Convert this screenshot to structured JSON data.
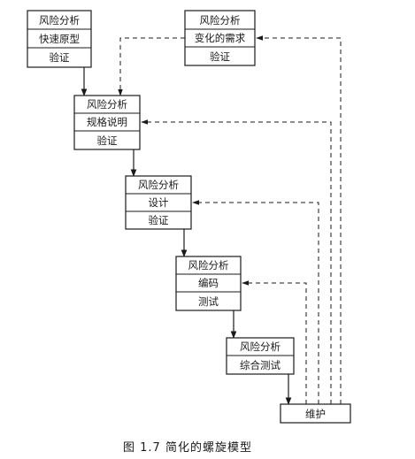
{
  "diagram": {
    "stages": [
      {
        "rows": [
          "风险分析",
          "快速原型",
          "验证"
        ]
      },
      {
        "rows": [
          "风险分析",
          "变化的需求",
          "验证"
        ]
      },
      {
        "rows": [
          "风险分析",
          "规格说明",
          "验证"
        ]
      },
      {
        "rows": [
          "风险分析",
          "设计",
          "验证"
        ]
      },
      {
        "rows": [
          "风险分析",
          "编码",
          "测试"
        ]
      },
      {
        "rows": [
          "风险分析",
          "综合测试"
        ]
      }
    ],
    "maintenance": {
      "label": "维护"
    },
    "caption": "图 1.7   简化的螺旋模型"
  },
  "colors": {
    "line": "#1a1a1a",
    "box_fill": "#ffffff"
  }
}
